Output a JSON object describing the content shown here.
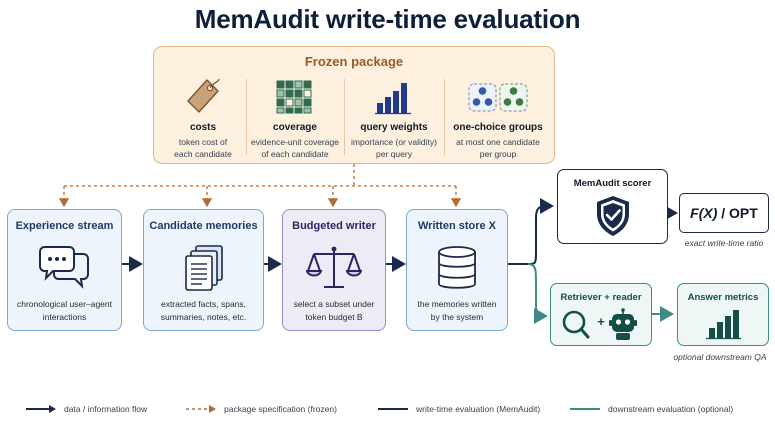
{
  "title": "MemAudit write-time evaluation",
  "package": {
    "title": "Frozen package",
    "items": [
      {
        "label": "costs",
        "desc1": "token cost of",
        "desc2": "each candidate",
        "icon": "price-tag-icon"
      },
      {
        "label": "coverage",
        "desc1": "evidence-unit coverage",
        "desc2": "of each candidate",
        "icon": "coverage-grid-icon"
      },
      {
        "label": "query weights",
        "desc1": "importance (or validity)",
        "desc2": "per query",
        "icon": "bar-chart-icon"
      },
      {
        "label": "one-choice groups",
        "desc1": "at most one candidate",
        "desc2": "per group",
        "icon": "grouped-dots-icon"
      }
    ]
  },
  "stages": [
    {
      "title": "Experience stream",
      "desc1": "chronological user–agent",
      "desc2": "interactions",
      "icon": "chat-bubbles-icon"
    },
    {
      "title": "Candidate memories",
      "desc1": "extracted facts, spans,",
      "desc2": "summaries, notes, etc.",
      "icon": "documents-icon"
    },
    {
      "title": "Budgeted writer",
      "desc1": "select a subset under",
      "desc2": "token budget B",
      "icon": "balance-scale-icon"
    },
    {
      "title": "Written store X",
      "desc1": "the memories written",
      "desc2": "by the system",
      "icon": "database-icon"
    }
  ],
  "scorer": {
    "title": "MemAudit scorer",
    "icon": "shield-check-icon"
  },
  "ratio": {
    "fx": "F(X)",
    "sep": " / ",
    "opt": "OPT",
    "caption": "exact write-time ratio"
  },
  "retriever": {
    "title": "Retriever + reader",
    "plus": "+",
    "icon": "search-robot-icon"
  },
  "answer": {
    "title": "Answer metrics",
    "caption": "optional downstream QA",
    "icon": "bar-chart-icon"
  },
  "legend": [
    {
      "label": "data / information flow",
      "color": "#1b2a4a",
      "style": "solid-arrow"
    },
    {
      "label": "package specification (frozen)",
      "color": "#b36b32",
      "style": "dashed-arrow"
    },
    {
      "label": "write-time evaluation (MemAudit)",
      "color": "#1b2a4a",
      "style": "line"
    },
    {
      "label": "downstream evaluation (optional)",
      "color": "#3e8b84",
      "style": "line"
    }
  ],
  "colors": {
    "navy": "#1b2a4a",
    "orange": "#b36b32",
    "teal": "#3e8b84",
    "stage_border": "#7ea6cf",
    "writer_border": "#9c8ac8"
  }
}
